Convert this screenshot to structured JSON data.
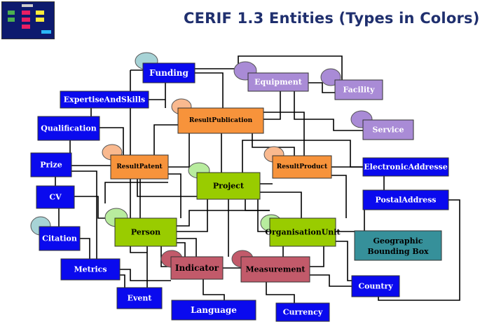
{
  "title": "CERIF 1.3 Entities (Types in Colors)",
  "colors": {
    "base": "#0a0aee",
    "result": "#f7933b",
    "second_level": "#99cc00",
    "infrastructure": "#a98bd6",
    "measurement": "#c25a6a",
    "geo": "#36909a",
    "role_circle_orange": "#f9b98f",
    "role_circle_green": "#b8ec9e",
    "role_circle_teal": "#a7d3d6",
    "role_circle_purple": "#a98bd6",
    "role_circle_red": "#c25a6a"
  },
  "entities": [
    {
      "id": "funding",
      "label": "Funding",
      "type": "base"
    },
    {
      "id": "equipment",
      "label": "Equipment",
      "type": "infrastructure"
    },
    {
      "id": "facility",
      "label": "Facility",
      "type": "infrastructure"
    },
    {
      "id": "expertise",
      "label": "ExpertiseAndSkills",
      "type": "base"
    },
    {
      "id": "resultpublication",
      "label": "ResultPublication",
      "type": "result"
    },
    {
      "id": "service",
      "label": "Service",
      "type": "infrastructure"
    },
    {
      "id": "qualification",
      "label": "Qualification",
      "type": "base"
    },
    {
      "id": "prize",
      "label": "Prize",
      "type": "base"
    },
    {
      "id": "resultpatent",
      "label": "ResultPatent",
      "type": "result"
    },
    {
      "id": "project",
      "label": "Project",
      "type": "second_level"
    },
    {
      "id": "resultproduct",
      "label": "ResultProduct",
      "type": "result"
    },
    {
      "id": "electronicaddress",
      "label": "ElectronicAddresse",
      "type": "base"
    },
    {
      "id": "cv",
      "label": "CV",
      "type": "base"
    },
    {
      "id": "postaladdress",
      "label": "PostalAddress",
      "type": "base"
    },
    {
      "id": "person",
      "label": "Person",
      "type": "second_level"
    },
    {
      "id": "organisationunit",
      "label": "OrganisationUnit",
      "type": "second_level"
    },
    {
      "id": "citation",
      "label": "Citation",
      "type": "base"
    },
    {
      "id": "geobbox",
      "label": "Geographic Bounding Box",
      "type": "geo"
    },
    {
      "id": "metrics",
      "label": "Metrics",
      "type": "base"
    },
    {
      "id": "indicator",
      "label": "Indicator",
      "type": "measurement"
    },
    {
      "id": "measurement",
      "label": "Measurement",
      "type": "measurement"
    },
    {
      "id": "country",
      "label": "Country",
      "type": "base"
    },
    {
      "id": "event",
      "label": "Event",
      "type": "base"
    },
    {
      "id": "language",
      "label": "Language",
      "type": "base"
    },
    {
      "id": "currency",
      "label": "Currency",
      "type": "base"
    }
  ]
}
